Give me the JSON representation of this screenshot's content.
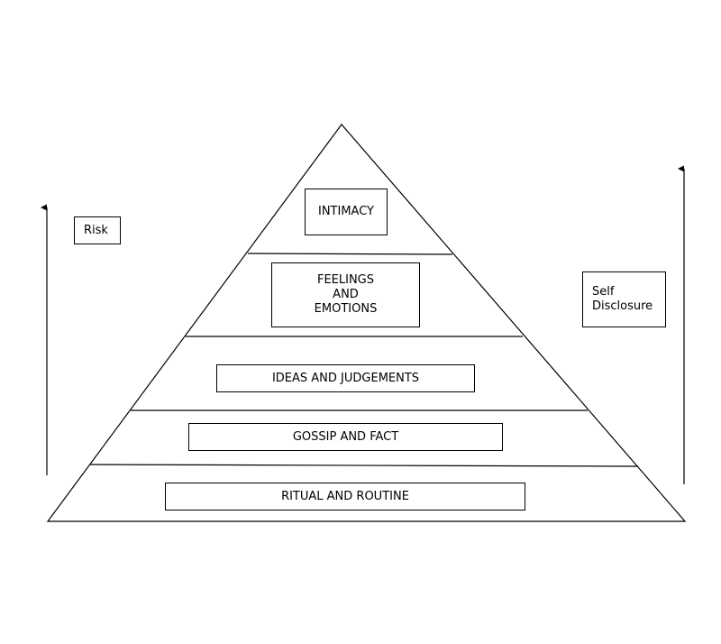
{
  "levels": {
    "intimacy": "INTIMACY",
    "feelings": "FEELINGS\nAND\nEMOTIONS",
    "ideas": "IDEAS AND JUDGEMENTS",
    "gossip": "GOSSIP AND FACT",
    "ritual": "RITUAL AND ROUTINE"
  },
  "sides": {
    "risk": "Risk",
    "self_disclosure": "Self\nDisclosure"
  },
  "colors": {
    "line": "#000000",
    "background": "#ffffff"
  }
}
